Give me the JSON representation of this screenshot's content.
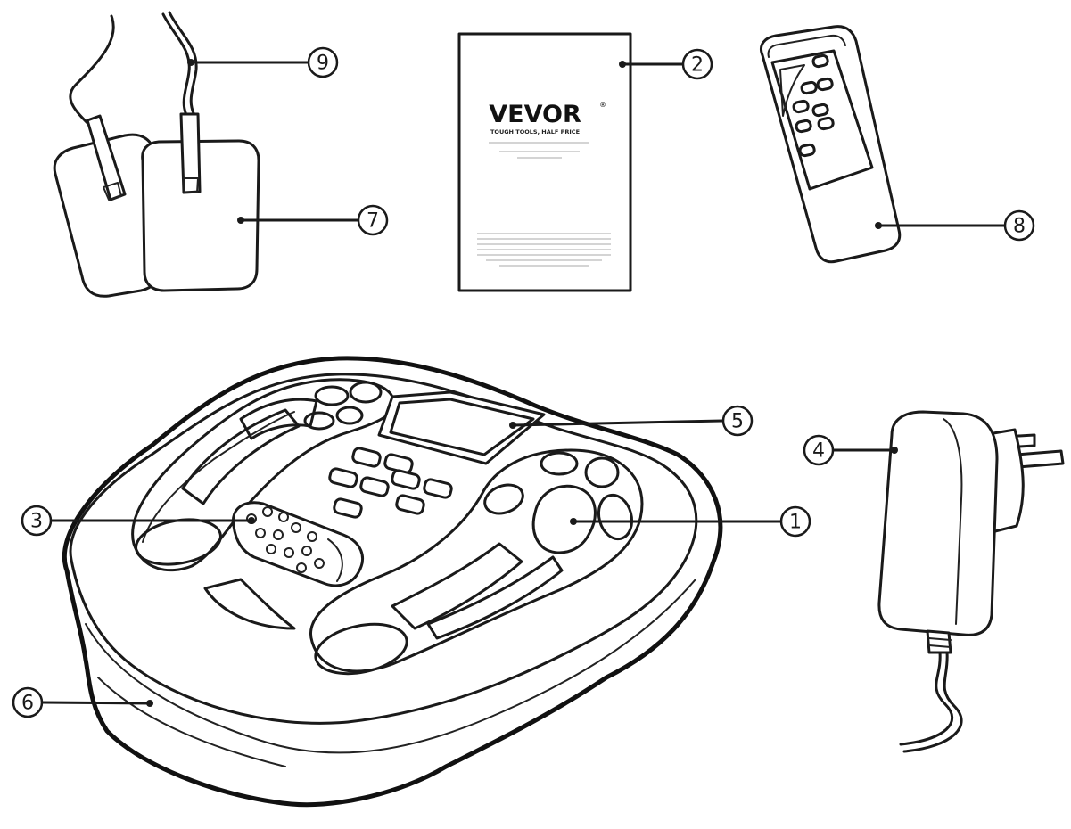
{
  "manual": {
    "brand": "VEVOR",
    "trademark": "®",
    "tagline": "TOUGH TOOLS, HALF PRICE"
  },
  "callouts": [
    {
      "id": "1",
      "label": "1"
    },
    {
      "id": "2",
      "label": "2"
    },
    {
      "id": "3",
      "label": "3"
    },
    {
      "id": "4",
      "label": "4"
    },
    {
      "id": "5",
      "label": "5"
    },
    {
      "id": "6",
      "label": "6"
    },
    {
      "id": "7",
      "label": "7"
    },
    {
      "id": "8",
      "label": "8"
    },
    {
      "id": "9",
      "label": "9"
    }
  ],
  "colors": {
    "line": "#1a1a1a",
    "background": "#ffffff"
  }
}
